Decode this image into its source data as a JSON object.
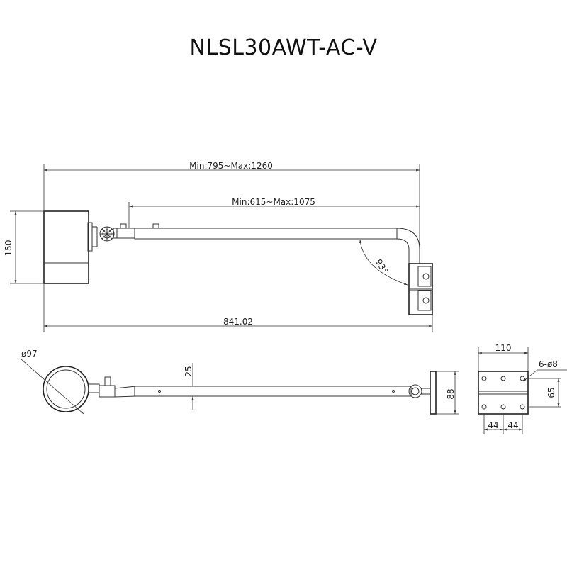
{
  "title": "NLSL30AWT-AC-V",
  "dimensions": {
    "overall_range": "Min:795~Max:1260",
    "arm_range": "Min:615~Max:1075",
    "height": "150",
    "angle": "93°",
    "total_length": "841.02",
    "lamp_diameter": "ø97",
    "pipe_diameter": "25",
    "bracket_height": "88",
    "plate_width": "110",
    "holes": "6-ø8",
    "hole_spacing_v": "65",
    "hole_spacing_h1": "44",
    "hole_spacing_h2": "44"
  }
}
